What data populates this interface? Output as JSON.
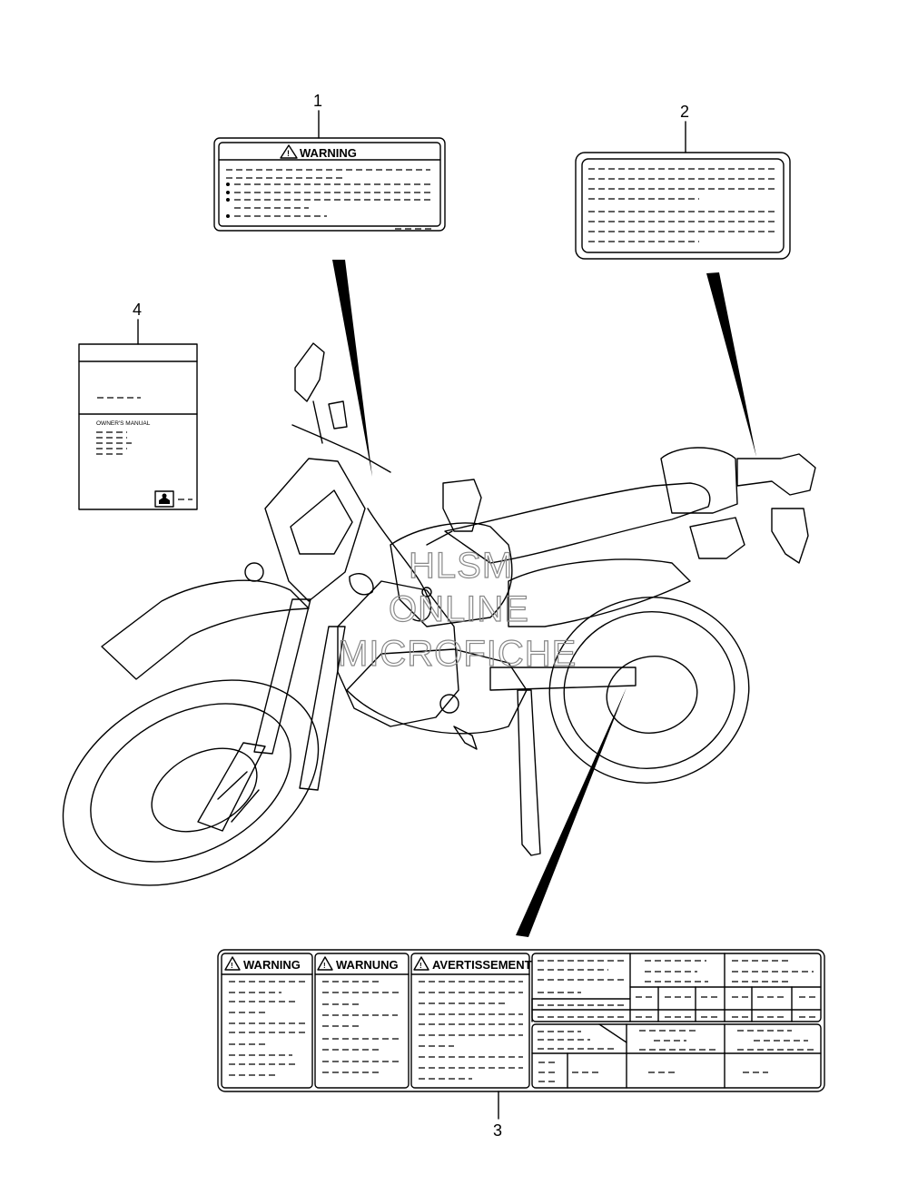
{
  "callouts": {
    "label_1": "1",
    "label_2": "2",
    "label_3": "3",
    "label_4": "4"
  },
  "label_1": {
    "header": "WARNING"
  },
  "label_3": {
    "header_en": "WARNING",
    "header_de": "WARNUNG",
    "header_fr": "AVERTISSEMENT"
  },
  "manual": {
    "title": "OWNER'S MANUAL"
  },
  "watermark": {
    "line1": "HLSM",
    "line2": "ONLINE",
    "line3": "MICROFICHE"
  },
  "icons": [
    "warning-triangle-icon",
    "motorcycle-outline"
  ]
}
